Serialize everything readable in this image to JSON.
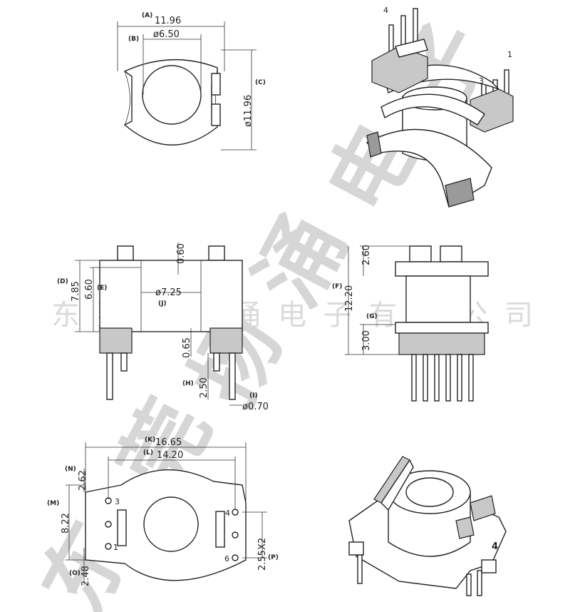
{
  "top_view": {
    "A": {
      "tag": "(A)",
      "value": "11.96"
    },
    "B": {
      "tag": "(B)",
      "value": "ø6.50"
    },
    "C": {
      "tag": "(C)",
      "value": "ø11.96"
    }
  },
  "side_view": {
    "D": {
      "tag": "(D)",
      "value": "7.85"
    },
    "E": {
      "tag": "(E)",
      "value": "6.60"
    },
    "J": {
      "tag": "(J)",
      "value": "ø7.25"
    },
    "top_gap": "0.60",
    "G_dim": "0.65",
    "H": {
      "tag": "(H)",
      "value": "2.50"
    },
    "I": {
      "tag": "(I)",
      "value": "ø0.70"
    }
  },
  "front_view": {
    "F": {
      "tag": "(F)",
      "value": "12.20"
    },
    "G": {
      "tag": "(G)",
      "value": "3.00"
    },
    "top": "2.60"
  },
  "bottom_view": {
    "K": {
      "tag": "(K)",
      "value": "16.65"
    },
    "L": {
      "tag": "(L)",
      "value": "14.20"
    },
    "N": {
      "tag": "(N)",
      "value": "2.62"
    },
    "M": {
      "tag": "(M)",
      "value": "8.22"
    },
    "O": {
      "tag": "(O)",
      "value": "2.48"
    },
    "P": {
      "tag": "(P)",
      "value": "2.55X2"
    },
    "pins": [
      "3",
      "1",
      "4",
      "6"
    ]
  },
  "iso_top": {
    "pins": [
      "4",
      "1",
      "3"
    ]
  },
  "iso_bottom": {
    "number": "4"
  },
  "watermark": {
    "text": "东莞市扬涌电子有限公司",
    "big": [
      "东",
      "莞",
      "扬",
      "涌",
      "电",
      "子"
    ]
  }
}
